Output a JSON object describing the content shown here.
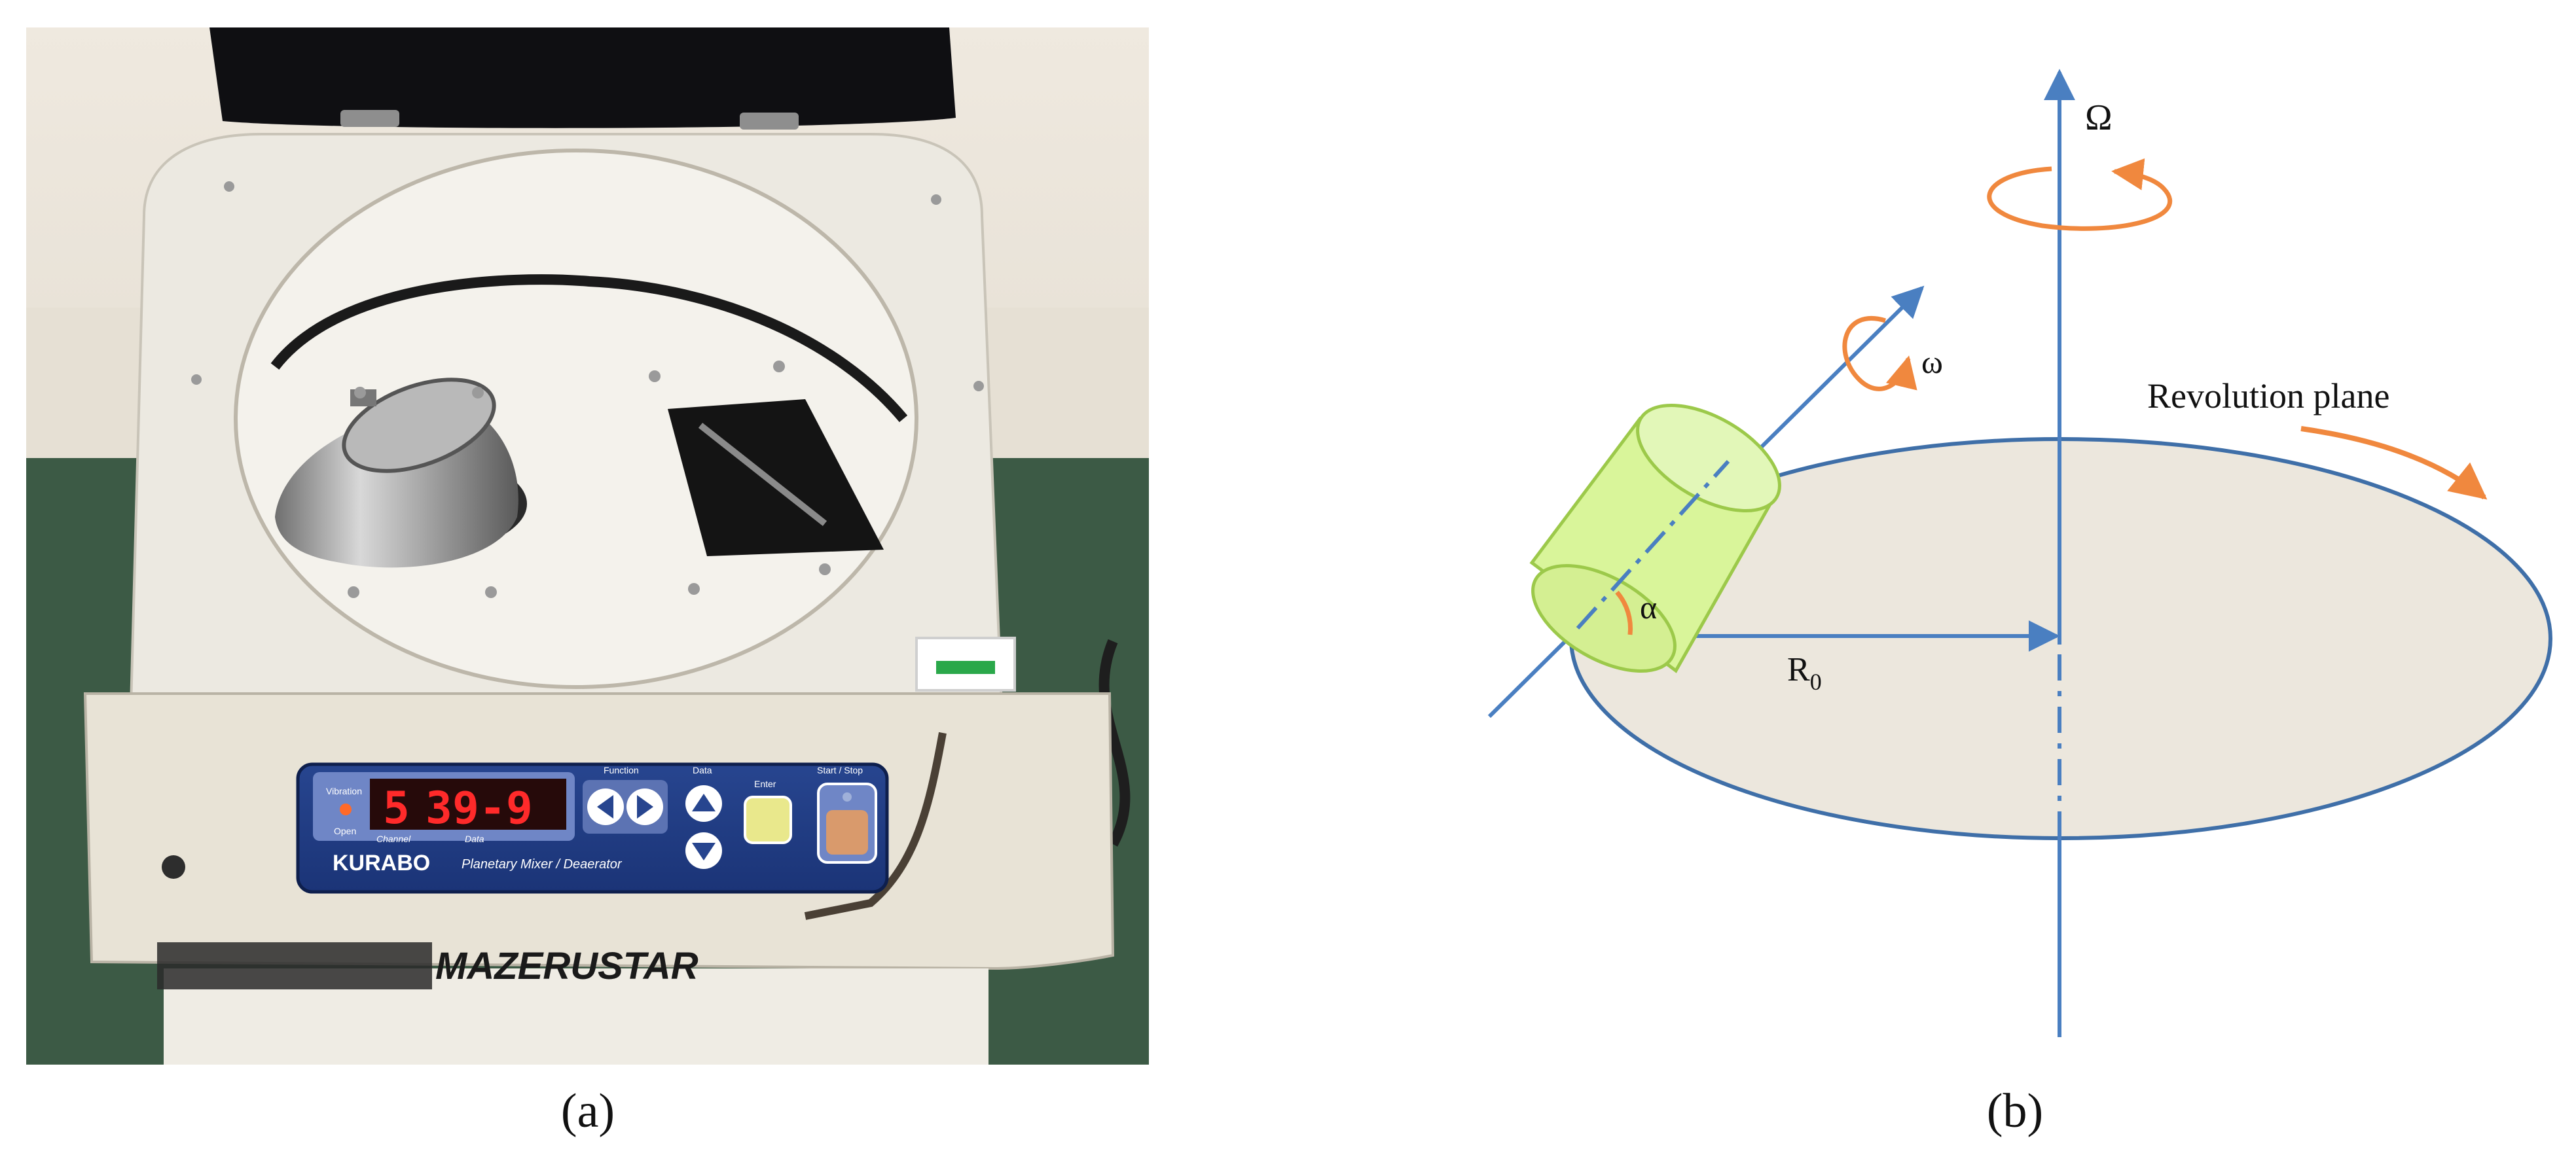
{
  "panel_a": {
    "caption": "(a)",
    "device": {
      "display_channel": "5",
      "display_data": "39-9",
      "label_vibration": "Vibration",
      "label_open": "Open",
      "label_channel": "Channel",
      "label_data": "Data",
      "label_function": "Function",
      "label_data_top": "Data",
      "label_enter": "Enter",
      "label_start_stop": "Start / Stop",
      "brand": "KURABO",
      "product": "Planetary Mixer / Deaerator",
      "body_logo": "MAZERUSTAR"
    }
  },
  "panel_b": {
    "caption": "(b)",
    "labels": {
      "big_omega": "Ω",
      "small_omega": "ω",
      "revolution_plane": "Revolution plane",
      "alpha": "α",
      "radius_main": "R",
      "radius_sub": "0"
    },
    "colors": {
      "axis": "#4a7fc1",
      "arrow": "#f0883e",
      "ellipse_fill": "#ece7dd",
      "ellipse_stroke": "#3f6fa8",
      "cylinder_fill": "#d9f59a",
      "cylinder_stroke": "#9cc94a"
    }
  }
}
